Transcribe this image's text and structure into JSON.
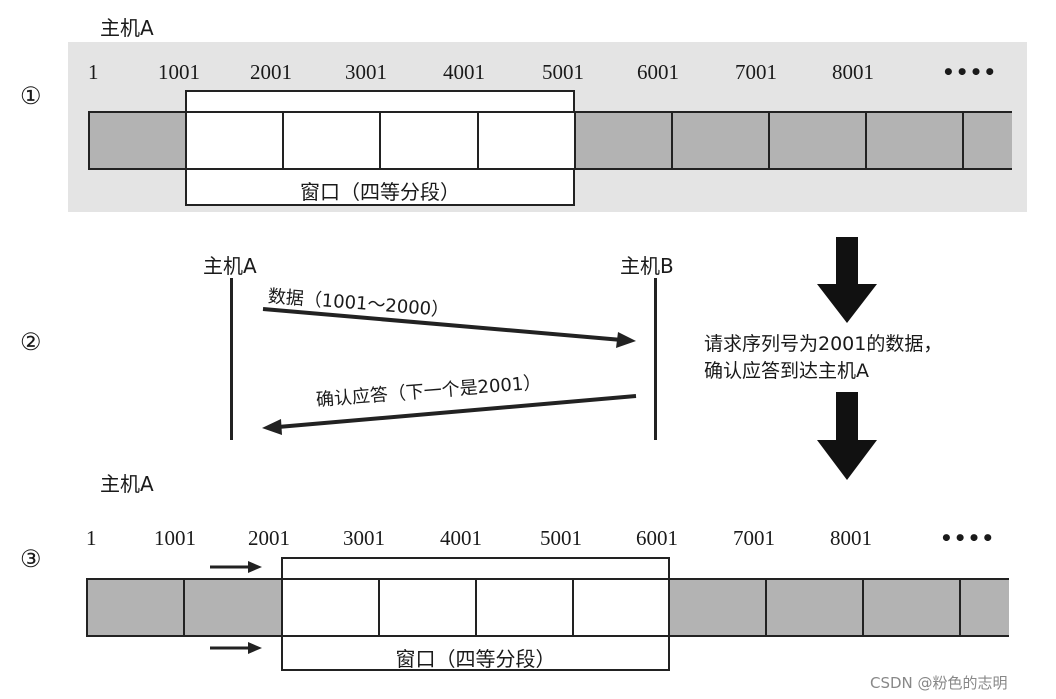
{
  "diagram": {
    "title_context": "TCP sliding window",
    "panel1": {
      "step": "①",
      "host_label": "主机A",
      "seq_labels": [
        "1",
        "1001",
        "2001",
        "3001",
        "4001",
        "5001",
        "6001",
        "7001",
        "8001"
      ],
      "ellipsis": "••••",
      "window_label": "窗口（四等分段）",
      "window_start_seq": 1001,
      "window_end_seq": 5001
    },
    "panel2": {
      "step": "②",
      "host_a": "主机A",
      "host_b": "主机B",
      "data_msg": "数据（1001～2000）",
      "ack_msg": "确认应答（下一个是2001）",
      "note_line1": "请求序列号为2001的数据，",
      "note_line2": "确认应答到达主机A"
    },
    "panel3": {
      "step": "③",
      "host_label": "主机A",
      "seq_labels": [
        "1",
        "1001",
        "2001",
        "3001",
        "4001",
        "5001",
        "6001",
        "7001",
        "8001"
      ],
      "ellipsis": "••••",
      "window_label": "窗口（四等分段）",
      "window_start_seq": 2001,
      "window_end_seq": 6001
    },
    "colors": {
      "panel_bg": "#e4e4e4",
      "sent_segment": "#b3b3b3",
      "window_segment": "#ffffff",
      "stroke": "#222222"
    },
    "watermark": "CSDN @粉色的志明"
  }
}
